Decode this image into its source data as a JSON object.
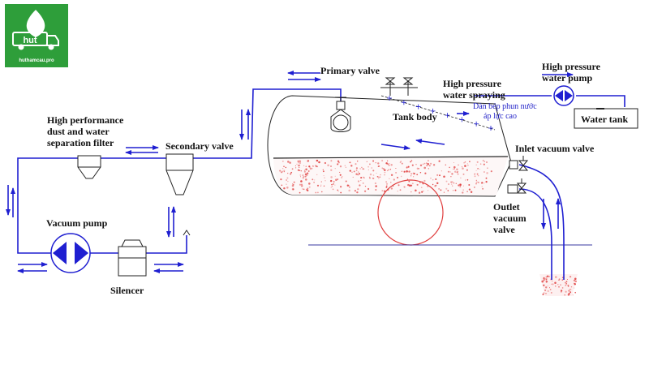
{
  "logo": {
    "name": "hut",
    "site": "huthamcau.pro",
    "bg_color": "#2e9e3a"
  },
  "labels": {
    "primary_valve": "Primary valve",
    "high_pressure_water_spraying_1": "High pressure",
    "high_pressure_water_spraying_2": "water spraying",
    "high_pressure_water_pump_1": "High pressure",
    "high_pressure_water_pump_2": "water pump",
    "vn_spray_1": "Dàn bép phun nước",
    "vn_spray_2": "áp lực cao",
    "tank_body": "Tank body",
    "water_tank": "Water tank",
    "filter_1": "High performance",
    "filter_2": "dust and water",
    "filter_3": "separation filter",
    "secondary_valve": "Secondary valve",
    "inlet_vacuum_valve": "Inlet vacuum valve",
    "outlet_1": "Outlet",
    "outlet_2": "vacuum",
    "outlet_3": "valve",
    "vacuum_pump": "Vacuum pump",
    "silencer": "Silencer"
  },
  "colors": {
    "pipe": "#1f1fd1",
    "sludge_dots": "#e04040",
    "wheel": "#e04040",
    "outline": "#222222",
    "vn_label": "#2323c8"
  }
}
